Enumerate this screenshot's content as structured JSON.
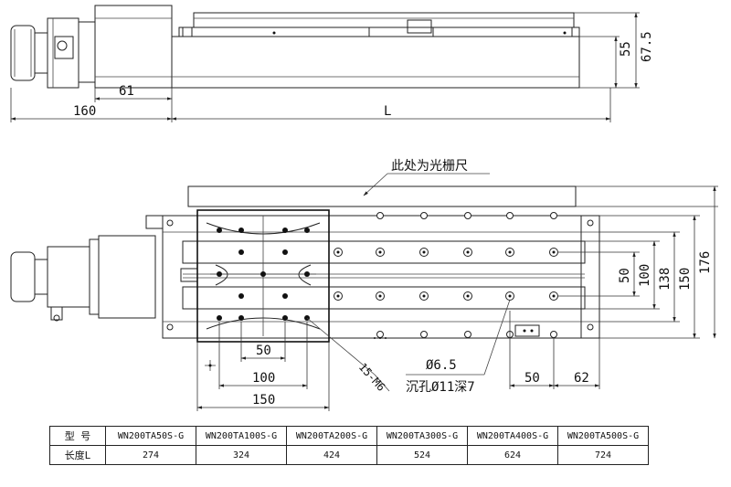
{
  "side_view": {
    "dims": {
      "d160": "160",
      "d61": "61",
      "dL": "L",
      "d55": "55",
      "d675": "67.5"
    }
  },
  "top_view": {
    "scale_note": "此处为光栅尺",
    "dims": {
      "d50": "50",
      "d100": "100",
      "d138": "138",
      "d150": "150",
      "d176": "176",
      "b50": "50",
      "b100": "100",
      "b150": "150",
      "r50": "50",
      "r62": "62"
    },
    "callouts": {
      "threads": "15-M6",
      "hole": "Ø6.5",
      "counterbore": "沉孔Ø11深7"
    }
  },
  "spec_table": {
    "header_label": "型 号",
    "length_label": "长度L",
    "models": [
      "WN200TA50S-G",
      "WN200TA100S-G",
      "WN200TA200S-G",
      "WN200TA300S-G",
      "WN200TA400S-G",
      "WN200TA500S-G"
    ],
    "lengths": [
      "274",
      "324",
      "424",
      "524",
      "624",
      "724"
    ]
  }
}
